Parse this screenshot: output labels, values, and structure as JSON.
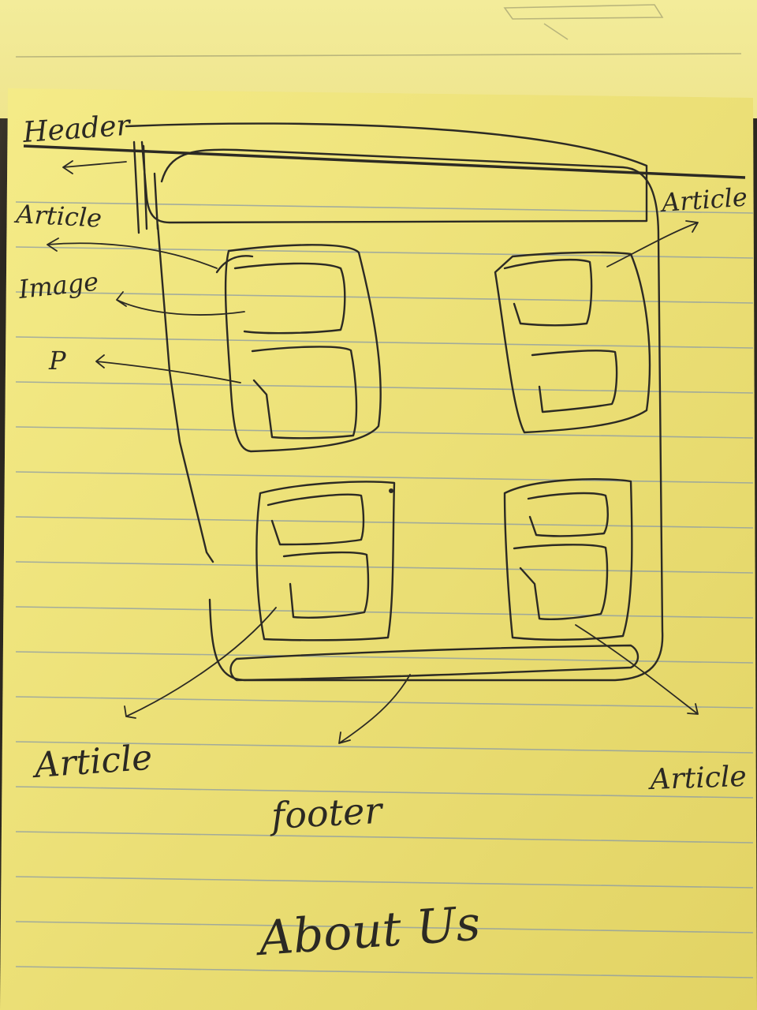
{
  "labels": {
    "header": "Header",
    "article_top_left": "Article",
    "image": "Image",
    "p": "P",
    "article_top_right": "Article",
    "article_bottom_left": "Article",
    "footer": "footer",
    "article_bottom_right": "Article",
    "page_title": "About Us"
  },
  "colors": {
    "paper": "#efe372",
    "ink": "#2c2a24",
    "rule_lines": "#8a9aa6"
  }
}
